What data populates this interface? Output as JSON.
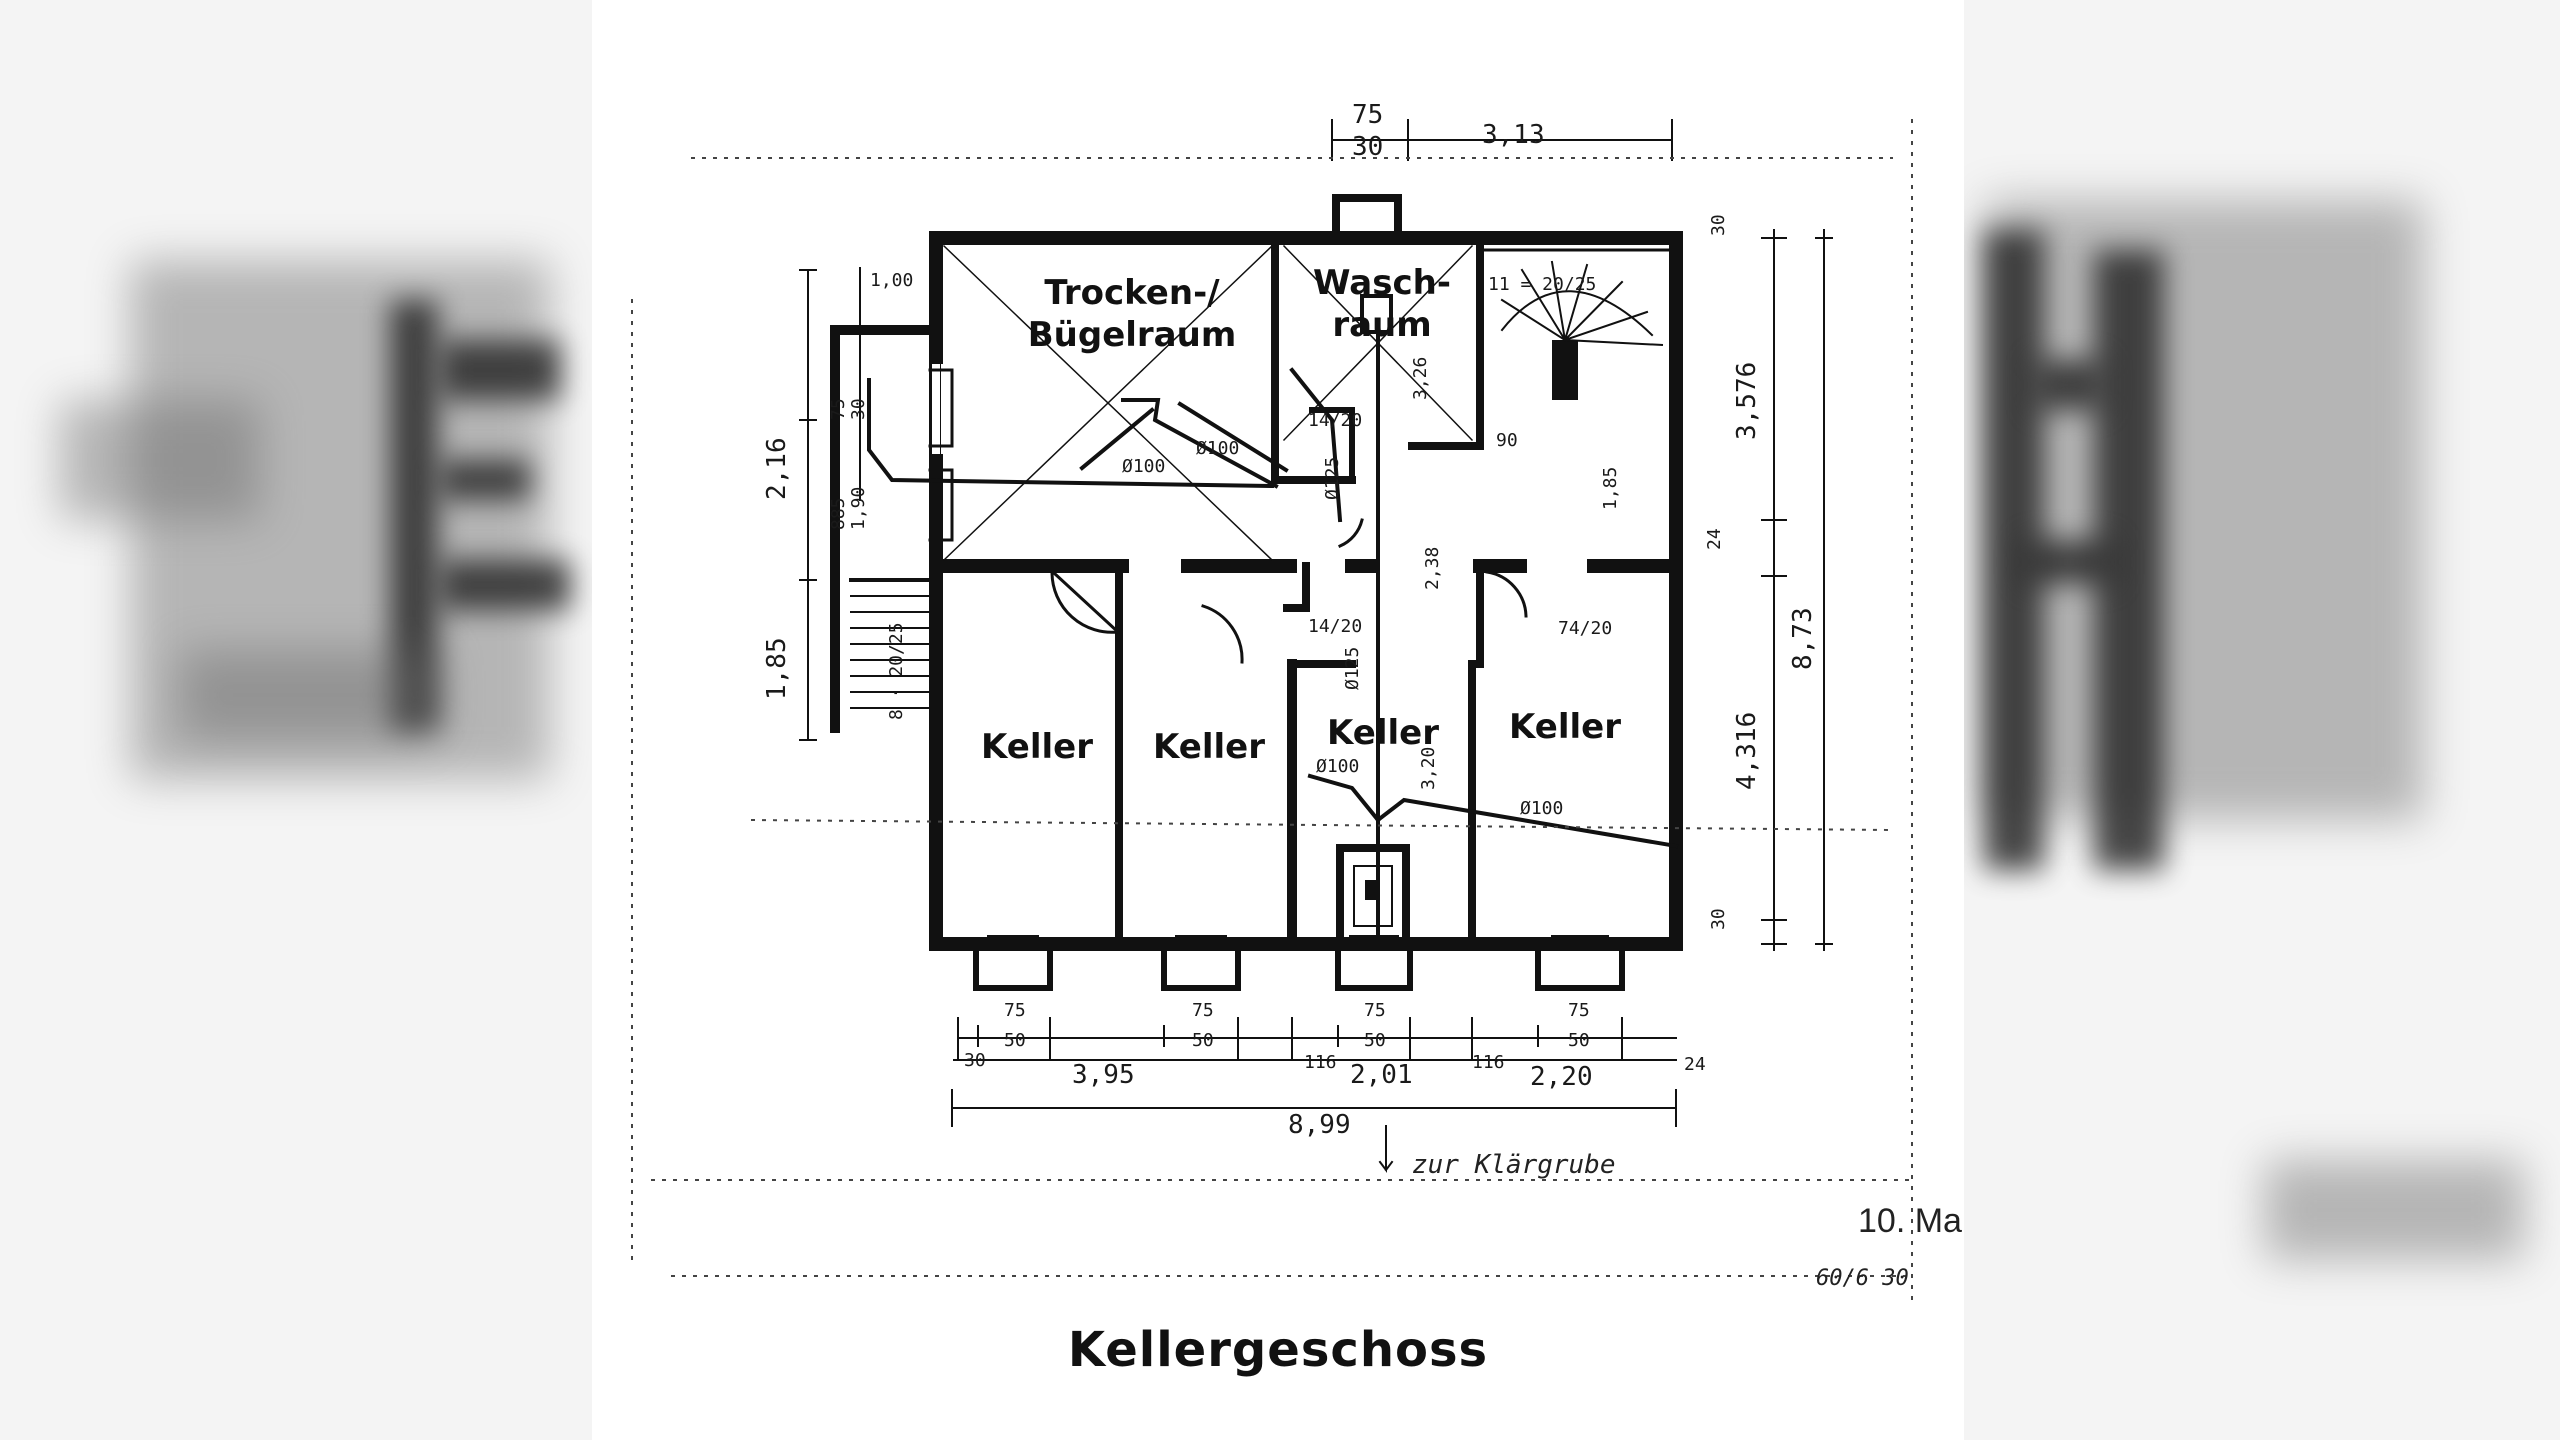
{
  "rooms": {
    "trocken_line1": "Trocken-/",
    "trocken_line2": "Bügelraum",
    "wasch_line1": "Wasch-",
    "wasch_line2": "raum",
    "keller1": "Keller",
    "keller2": "Keller",
    "keller3": "Keller",
    "keller4": "Keller"
  },
  "caption": "Kellergeschoss",
  "dimensions": {
    "top_75": "75",
    "top_30": "30",
    "top_3130": "3,13",
    "top_100": "1,00",
    "left_216": "2,16",
    "left_185": "1,85",
    "left_885": "885",
    "left_190": "1,90",
    "left_75": "75",
    "left_30": "30",
    "right_30_top": "30",
    "right_3576": "3,576",
    "right_24": "24",
    "right_873": "8,73",
    "right_4316": "4,316",
    "right_30_bottom": "30",
    "win1_75": "75",
    "win1_50": "50",
    "win2_75": "75",
    "win2_50": "50",
    "win3_75": "75",
    "win3_50": "50",
    "win4_75": "75",
    "win4_50": "50",
    "bottom_30": "30",
    "bottom_395": "3,95",
    "bottom_116a": "116",
    "bottom_201": "2,01",
    "bottom_116b": "116",
    "bottom_220": "2,20",
    "bottom_24": "24",
    "bottom_899": "8,99",
    "pipe_100a": "Ø100",
    "pipe_100b": "Ø100",
    "pipe_125a": "Ø125",
    "pipe_125b": "Ø125",
    "pipe_100c": "Ø100",
    "pipe_100d": "Ø100",
    "inner_326": "3,26",
    "inner_238": "2,38",
    "inner_185": "1,85",
    "inner_320": "3,20",
    "inner_14_20a": "14/20",
    "inner_14_20b": "14/20",
    "inner_74_20": "74/20",
    "stair_1": "11 = 20/25",
    "stair_90": "90",
    "stair_8_20": "8 · 20/25",
    "stamp_date": "10. Ma",
    "stamp_num": "60/6 30",
    "handwritten": "zur Klärgrube"
  }
}
